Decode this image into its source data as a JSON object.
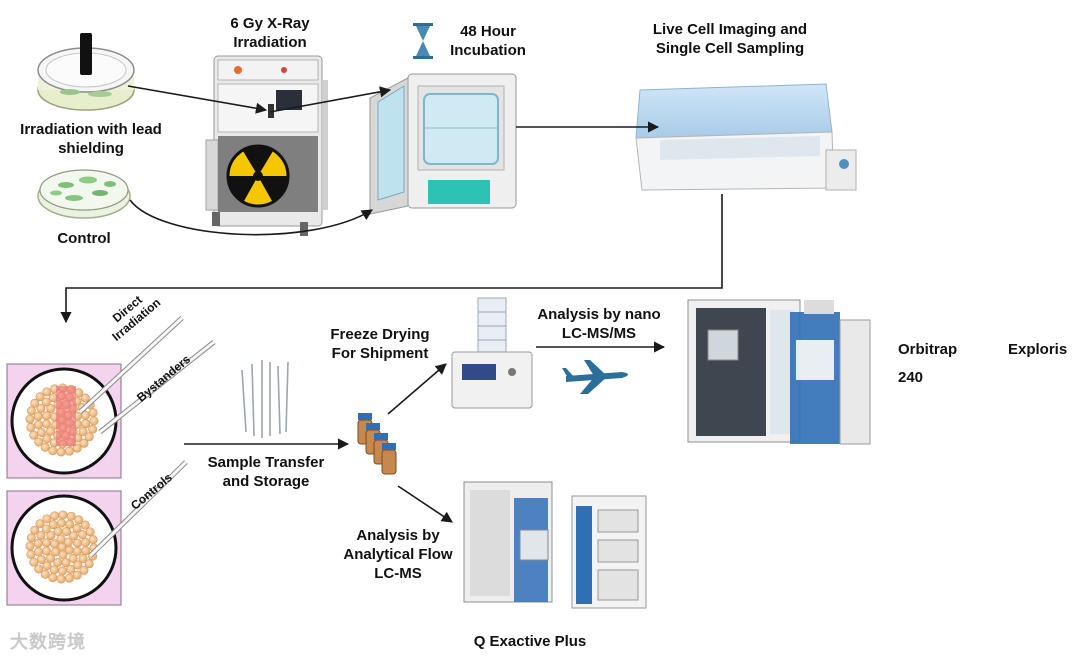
{
  "labels": {
    "irradiation_lead": "Irradiation with lead shielding",
    "control": "Control",
    "xray": "6 Gy X-Ray Irradiation",
    "incubation": "48 Hour Incubation",
    "live_imaging": "Live Cell Imaging and Single Cell Sampling",
    "direct_irradiation": "Direct Irradiation",
    "bystanders": "Bystanders",
    "controls": "Controls",
    "sample_transfer": "Sample Transfer and Storage",
    "freeze_drying": "Freeze Drying For Shipment",
    "analysis_nano": "Analysis by nano LC-MS/MS",
    "orbitrap_a": "Orbitrap",
    "orbitrap_b": "Exploris",
    "orbitrap_c": "240",
    "analysis_flow": "Analysis by Analytical Flow LC-MS",
    "q_exactive": "Q Exactive Plus",
    "watermark": "大数跨境"
  },
  "colors": {
    "arrow": "#1a1a1a",
    "petri_pink": "#f3d3ee",
    "cell": "#f1c48e",
    "irradiated": "#ef6f7a",
    "machine_blue": "#2f6fb6",
    "incubator_teal": "#2cc3b4",
    "plane": "#2a6e9a"
  }
}
